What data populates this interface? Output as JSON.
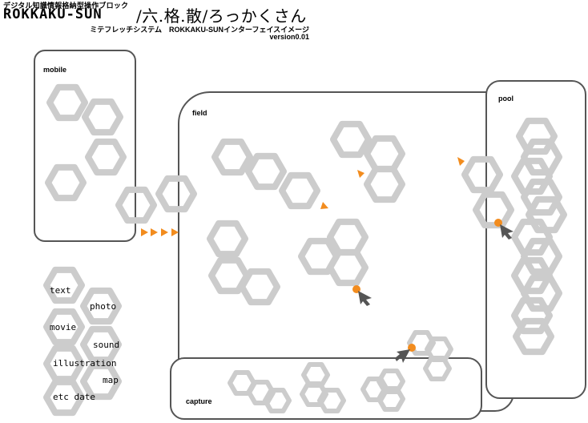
{
  "header": {
    "subtitle_jp": "デジタル知識情報格納型操作ブロック",
    "logo": "ROKKAKU-SUN",
    "title_jp": "/六.格.散/ろっかくさん",
    "system_line": "ミテフレッチシステム　ROKKAKU-SUNインターフェイスイメージ",
    "version": "version0.01"
  },
  "panels": {
    "mobile": "mobile",
    "field": "field",
    "pool": "pool",
    "capture": "capture"
  },
  "legend": [
    "text",
    "photo",
    "movie",
    "sound",
    "illustration",
    "map",
    "etc date"
  ],
  "colors": {
    "hex": "#cccccc",
    "accent": "#f28c1e",
    "cursor": "#555555",
    "border": "#555555"
  }
}
